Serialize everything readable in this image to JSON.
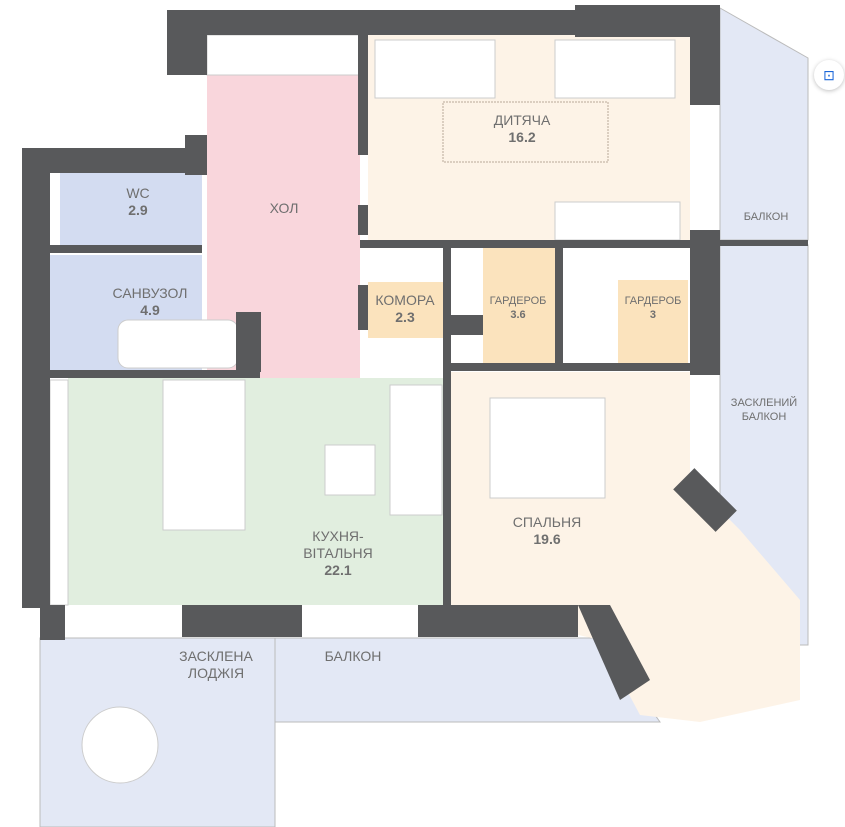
{
  "rooms": {
    "hall": {
      "name": "ХОЛ"
    },
    "kids": {
      "name": "ДИТЯЧА",
      "area": "16.2"
    },
    "wc": {
      "name": "WC",
      "area": "2.9"
    },
    "bathroom": {
      "name": "САНВУЗОЛ",
      "area": "4.9"
    },
    "storage": {
      "name": "КОМОРА",
      "area": "2.3"
    },
    "wardrobe1": {
      "name": "ГАРДЕРОБ",
      "area": "3.6"
    },
    "wardrobe2": {
      "name": "ГАРДЕРОБ",
      "area": "3"
    },
    "bedroom": {
      "name": "СПАЛЬНЯ",
      "area": "19.6"
    },
    "kitchen": {
      "name": "КУХНЯ-\nВІТАЛЬНЯ",
      "line1": "КУХНЯ-",
      "line2": "ВІТАЛЬНЯ",
      "area": "22.1"
    },
    "balcony_top": {
      "name": "БАЛКОН"
    },
    "glazed_balcony": {
      "line1": "ЗАСКЛЕНИЙ",
      "line2": "БАЛКОН"
    },
    "loggia": {
      "line1": "ЗАСКЛЕНА",
      "line2": "ЛОДЖІЯ"
    },
    "balcony_bottom": {
      "name": "БАЛКОН"
    }
  },
  "colors": {
    "wall": "#58595b",
    "hall": "#f9d6dc",
    "kids": "#fdf3e7",
    "wet": "#d3dcf1",
    "storage": "#fbe3bd",
    "kitchen": "#e1eedf",
    "balcony": "#e3e8f5"
  },
  "ui": {
    "scan_icon": "lens-scan-icon"
  }
}
